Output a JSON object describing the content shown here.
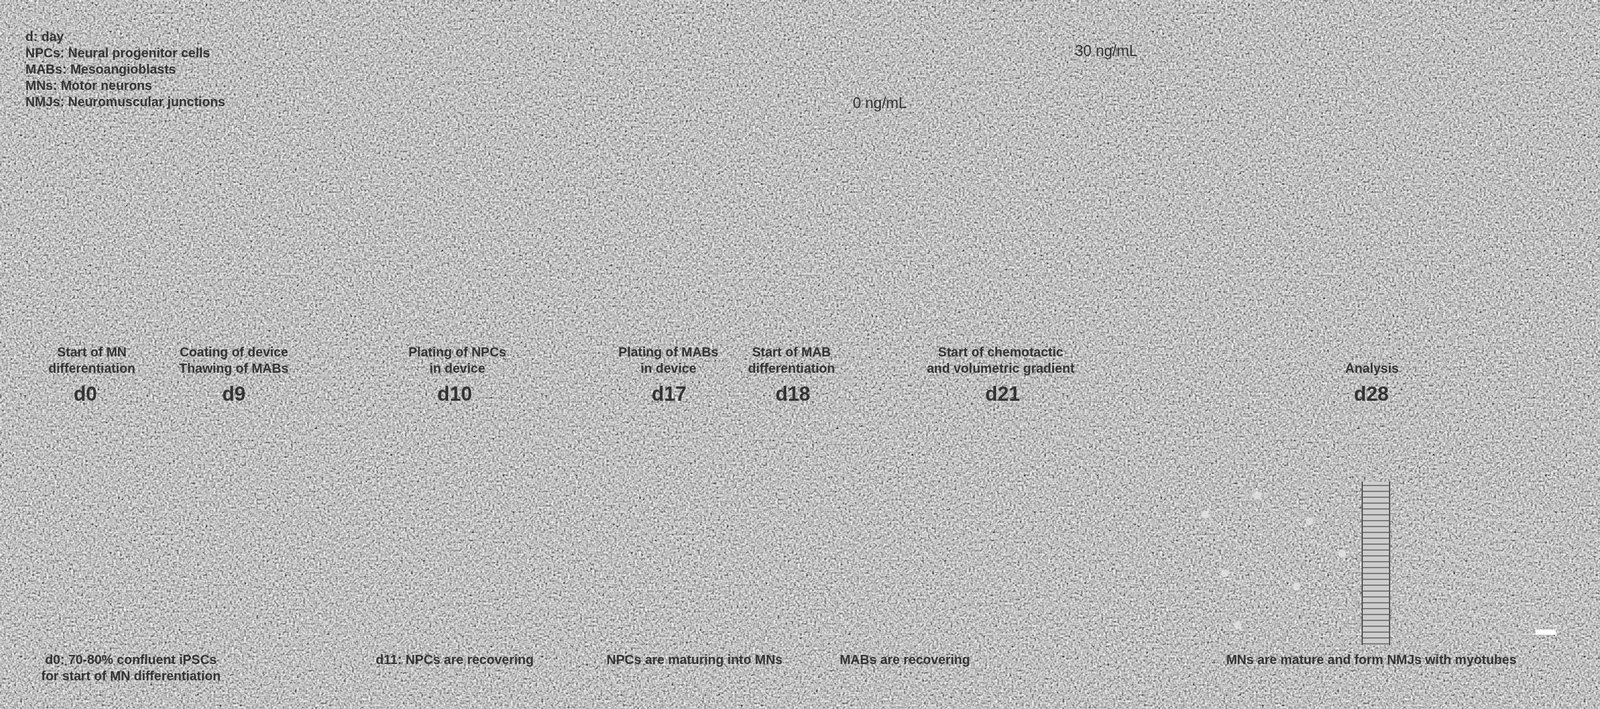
{
  "diagram": {
    "nodes": [
      {
        "text": [
          "d0: 70-80% confluent iPSCs for start of MN differentiation"
        ]
      },
      {
        "text": [
          "d11: NPCs are recovering"
        ]
      },
      {
        "text": [
          "NPCs are maturing into MNs",
          "MABs are recovering"
        ]
      },
      {
        "text": [
          "MNs are mature and form NMJs with myotubes"
        ]
      }
    ],
    "labels": [
      "d: day",
      "NPCs: Neural progenitor cells",
      "MABs: Mesoangioblasts",
      "MNs: Motor neurons",
      "NMJs: Neuromuscular junctions",
      "30 ng/mL",
      "0 ng/mL",
      "Start of MN differentiation",
      "d0",
      "Coating of device Thawing of MABs",
      "d9",
      "Plating of NPCs in device",
      "d10",
      "Plating of MABs in device",
      "d17",
      "Start of MAB differentiation",
      "d18",
      "Start of chemotactic and volumetric gradient",
      "d21",
      "Analysis",
      "d28"
    ]
  }
}
